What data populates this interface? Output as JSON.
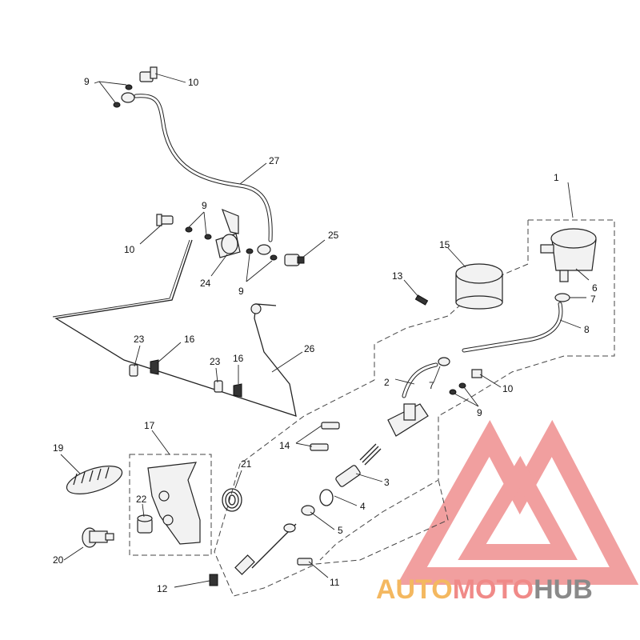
{
  "callouts": [
    {
      "id": "c1",
      "text": "1"
    },
    {
      "id": "c2",
      "text": "2"
    },
    {
      "id": "c3",
      "text": "3"
    },
    {
      "id": "c4",
      "text": "4"
    },
    {
      "id": "c5",
      "text": "5"
    },
    {
      "id": "c6",
      "text": "6"
    },
    {
      "id": "c7a",
      "text": "7"
    },
    {
      "id": "c7b",
      "text": "7"
    },
    {
      "id": "c8",
      "text": "8"
    },
    {
      "id": "c9a",
      "text": "9"
    },
    {
      "id": "c9b",
      "text": "9"
    },
    {
      "id": "c9c",
      "text": "9"
    },
    {
      "id": "c9d",
      "text": "9"
    },
    {
      "id": "c10a",
      "text": "10"
    },
    {
      "id": "c10b",
      "text": "10"
    },
    {
      "id": "c10c",
      "text": "10"
    },
    {
      "id": "c11",
      "text": "11"
    },
    {
      "id": "c12",
      "text": "12"
    },
    {
      "id": "c13",
      "text": "13"
    },
    {
      "id": "c14",
      "text": "14"
    },
    {
      "id": "c15",
      "text": "15"
    },
    {
      "id": "c16a",
      "text": "16"
    },
    {
      "id": "c16b",
      "text": "16"
    },
    {
      "id": "c17",
      "text": "17"
    },
    {
      "id": "c19",
      "text": "19"
    },
    {
      "id": "c20",
      "text": "20"
    },
    {
      "id": "c21",
      "text": "21"
    },
    {
      "id": "c22",
      "text": "22"
    },
    {
      "id": "c23a",
      "text": "23"
    },
    {
      "id": "c23b",
      "text": "23"
    },
    {
      "id": "c24",
      "text": "24"
    },
    {
      "id": "c25",
      "text": "25"
    },
    {
      "id": "c26",
      "text": "26"
    },
    {
      "id": "c27",
      "text": "27"
    }
  ],
  "watermark": {
    "parts": [
      "AUTO",
      "MOTO",
      "HUB"
    ],
    "colors": {
      "auto": "#f4b860",
      "moto": "#f08a88",
      "hub": "#8a8a8a",
      "logo": "#ef8f8f"
    }
  }
}
